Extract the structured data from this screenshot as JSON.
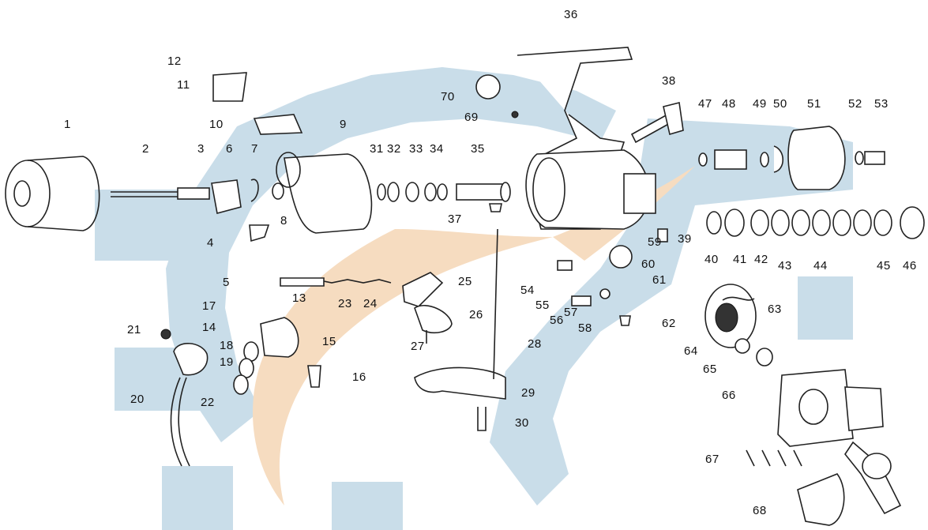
{
  "watermark": {
    "gear_color": "#c9dde9",
    "flame_color": "#f6dcc0"
  },
  "labels": [
    {
      "id": "1",
      "text": "1"
    },
    {
      "id": "2",
      "text": "2"
    },
    {
      "id": "3",
      "text": "3"
    },
    {
      "id": "4",
      "text": "4"
    },
    {
      "id": "5",
      "text": "5"
    },
    {
      "id": "6",
      "text": "6"
    },
    {
      "id": "7",
      "text": "7"
    },
    {
      "id": "8",
      "text": "8"
    },
    {
      "id": "9",
      "text": "9"
    },
    {
      "id": "10",
      "text": "10"
    },
    {
      "id": "11",
      "text": "11"
    },
    {
      "id": "12",
      "text": "12"
    },
    {
      "id": "13",
      "text": "13"
    },
    {
      "id": "14",
      "text": "14"
    },
    {
      "id": "15",
      "text": "15"
    },
    {
      "id": "16",
      "text": "16"
    },
    {
      "id": "17",
      "text": "17"
    },
    {
      "id": "18",
      "text": "18"
    },
    {
      "id": "19",
      "text": "19"
    },
    {
      "id": "20",
      "text": "20"
    },
    {
      "id": "21",
      "text": "21"
    },
    {
      "id": "22",
      "text": "22"
    },
    {
      "id": "23",
      "text": "23"
    },
    {
      "id": "24",
      "text": "24"
    },
    {
      "id": "25",
      "text": "25"
    },
    {
      "id": "26",
      "text": "26"
    },
    {
      "id": "27",
      "text": "27"
    },
    {
      "id": "28",
      "text": "28"
    },
    {
      "id": "29",
      "text": "29"
    },
    {
      "id": "30",
      "text": "30"
    },
    {
      "id": "31",
      "text": "31"
    },
    {
      "id": "32",
      "text": "32"
    },
    {
      "id": "33",
      "text": "33"
    },
    {
      "id": "34",
      "text": "34"
    },
    {
      "id": "35",
      "text": "35"
    },
    {
      "id": "36",
      "text": "36"
    },
    {
      "id": "37",
      "text": "37"
    },
    {
      "id": "38",
      "text": "38"
    },
    {
      "id": "39",
      "text": "39"
    },
    {
      "id": "40",
      "text": "40"
    },
    {
      "id": "41",
      "text": "41"
    },
    {
      "id": "42",
      "text": "42"
    },
    {
      "id": "43",
      "text": "43"
    },
    {
      "id": "44",
      "text": "44"
    },
    {
      "id": "45",
      "text": "45"
    },
    {
      "id": "46",
      "text": "46"
    },
    {
      "id": "47",
      "text": "47"
    },
    {
      "id": "48",
      "text": "48"
    },
    {
      "id": "49",
      "text": "49"
    },
    {
      "id": "50",
      "text": "50"
    },
    {
      "id": "51",
      "text": "51"
    },
    {
      "id": "52",
      "text": "52"
    },
    {
      "id": "53",
      "text": "53"
    },
    {
      "id": "54",
      "text": "54"
    },
    {
      "id": "55",
      "text": "55"
    },
    {
      "id": "56",
      "text": "56"
    },
    {
      "id": "57",
      "text": "57"
    },
    {
      "id": "58",
      "text": "58"
    },
    {
      "id": "59",
      "text": "59"
    },
    {
      "id": "60",
      "text": "60"
    },
    {
      "id": "61",
      "text": "61"
    },
    {
      "id": "62",
      "text": "62"
    },
    {
      "id": "63",
      "text": "63"
    },
    {
      "id": "64",
      "text": "64"
    },
    {
      "id": "65",
      "text": "65"
    },
    {
      "id": "66",
      "text": "66"
    },
    {
      "id": "67",
      "text": "67"
    },
    {
      "id": "68",
      "text": "68"
    },
    {
      "id": "69",
      "text": "69"
    },
    {
      "id": "70",
      "text": "70"
    }
  ]
}
